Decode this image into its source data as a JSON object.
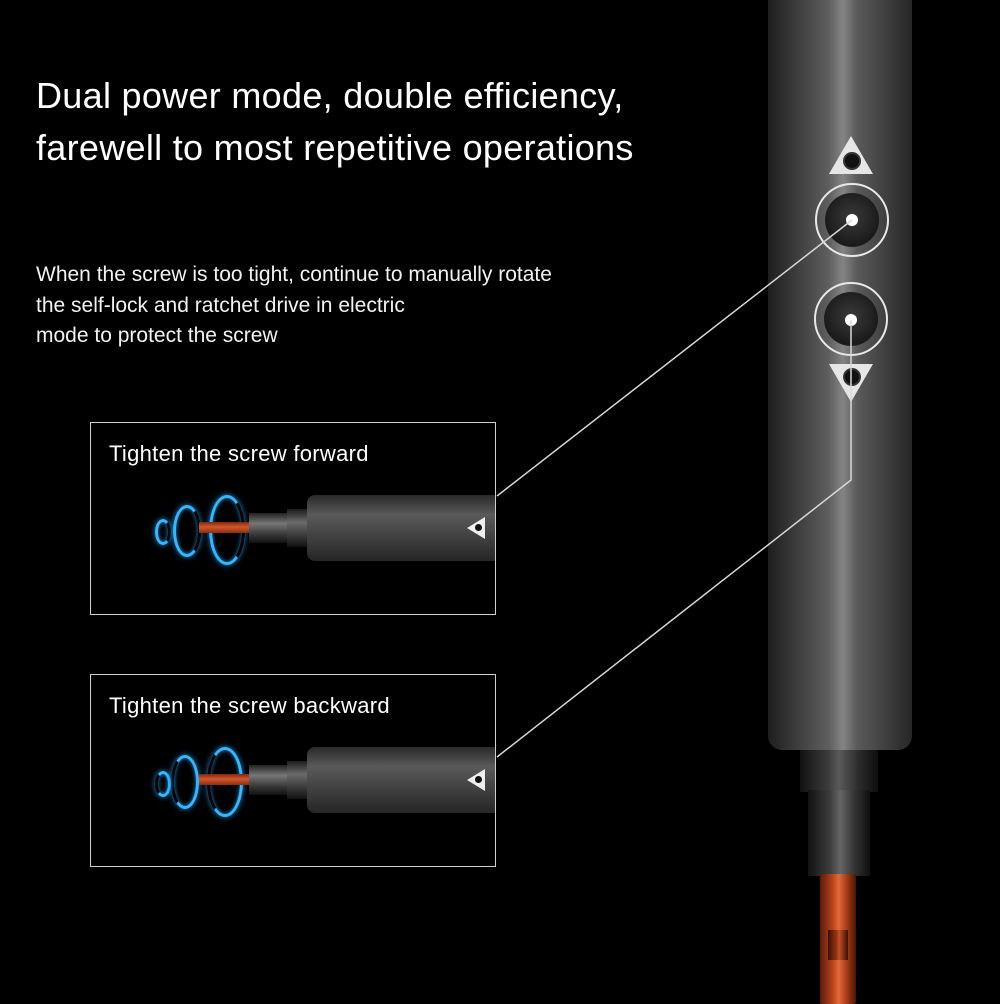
{
  "headline": {
    "line1": "Dual power mode, double efficiency,",
    "line2": "farewell to most repetitive operations"
  },
  "description": {
    "line1": "When the screw is too tight, continue to manually rotate",
    "line2": "the self-lock and ratchet drive in electric",
    "line3": "mode to protect the screw"
  },
  "callouts": [
    {
      "label": "Tighten the screw forward",
      "direction": "forward"
    },
    {
      "label": "Tighten the screw backward",
      "direction": "backward"
    }
  ],
  "product": {
    "icons": [
      "triangle-up-icon",
      "forward-button",
      "backward-button",
      "triangle-down-icon"
    ],
    "colors": {
      "background": "#000000",
      "body": "#5e5e5e",
      "bit": "#c84c22",
      "glow": "#37b6ff",
      "line": "#d8d8d8"
    }
  }
}
